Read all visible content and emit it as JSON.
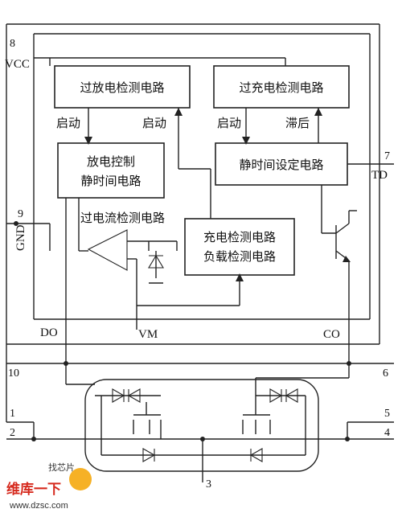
{
  "blocks": {
    "over_discharge": "过放电检测电路",
    "over_charge": "过充电检测电路",
    "discharge_control": [
      "放电控制",
      "静时间电路"
    ],
    "static_time": "静时间设定电路",
    "charge_load_detect": [
      "充电检测电路",
      "负载检测电路"
    ],
    "overcurrent": "过电流检测电路"
  },
  "signals": {
    "start_1": "启动",
    "start_2": "启动",
    "start_3": "启动",
    "delay": "滞后"
  },
  "pins": {
    "vcc": "VCC",
    "gnd": "GND",
    "do": "DO",
    "vm": "VM",
    "co": "CO",
    "td": "TD",
    "numbers": [
      "1",
      "2",
      "3",
      "4",
      "5",
      "6",
      "7",
      "8",
      "9",
      "10"
    ]
  },
  "watermark": {
    "line1": "维库一下",
    "line2": "www.dzsc.com",
    "badge": "找芯片"
  }
}
